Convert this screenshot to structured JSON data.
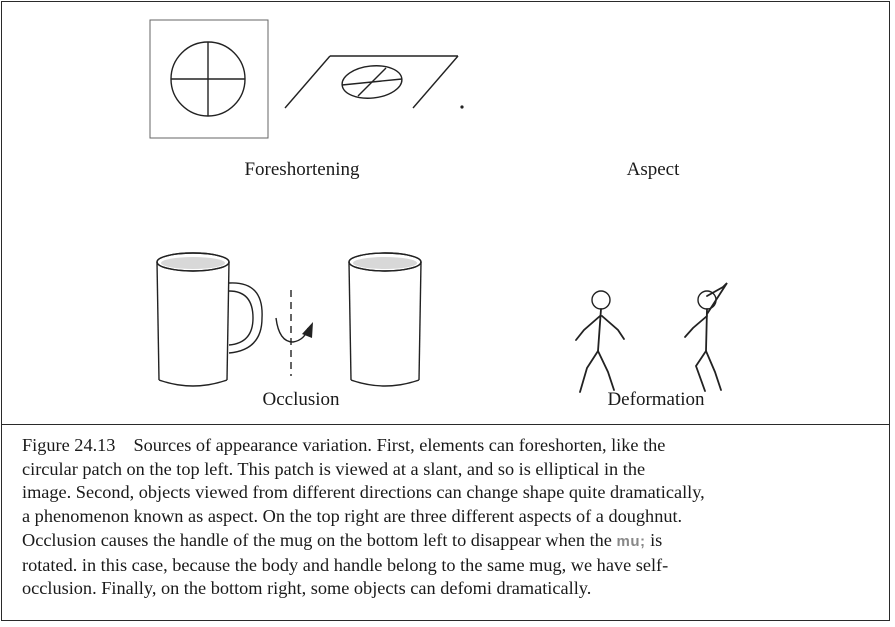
{
  "figure": {
    "panels": {
      "foreshortening": {
        "label": "Foreshortening"
      },
      "aspect": {
        "label": "Aspect"
      },
      "occlusion": {
        "label": "Occlusion"
      },
      "deformation": {
        "label": "Deformation"
      }
    },
    "caption": {
      "number": "Figure 24.13",
      "lines": [
        "Sources of appearance variation. First, elements can foreshorten, like the",
        "circular patch on the top left. This patch is viewed at a slant, and so is elliptical in the",
        "image. Second, objects viewed from different directions can change shape quite dramatically,",
        "a phenomenon known as aspect. On the top right are three different aspects of a doughnut.",
        "Occlusion causes the handle of the mug on the bottom left to disappear when the",
        "is",
        "rotated. in this case, because the body and handle belong to the same mug, we have self-",
        "occlusion. Finally, on the bottom right, some objects can defomi dramatically."
      ],
      "garbled_word": "mu;"
    }
  }
}
